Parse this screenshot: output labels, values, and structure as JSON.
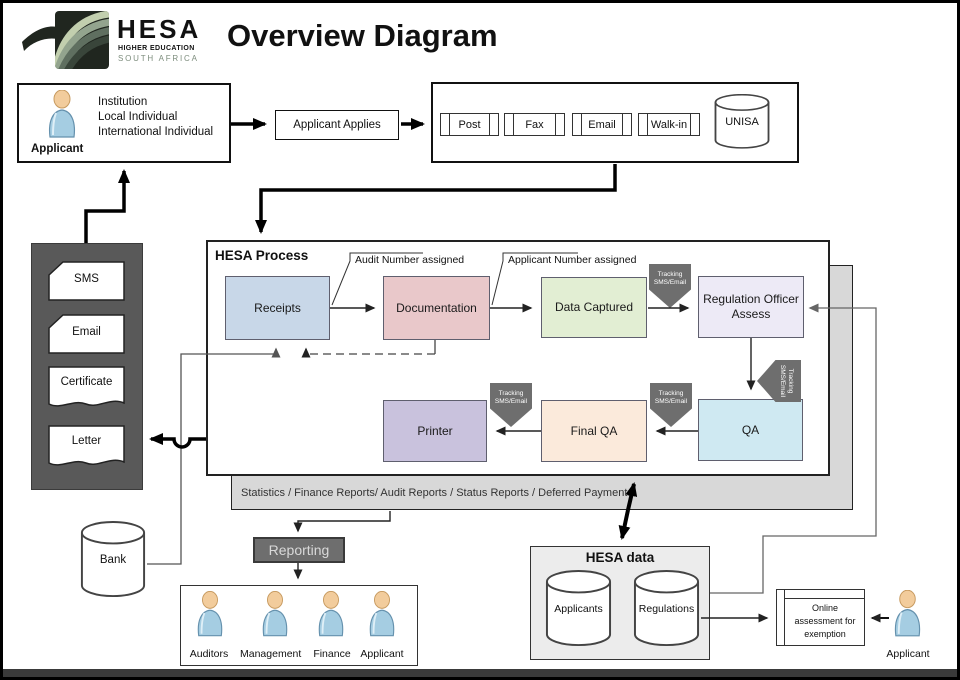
{
  "header": {
    "logo_name": "HESA",
    "logo_sub1": "HIGHER EDUCATION",
    "logo_sub2": "SOUTH AFRICA",
    "title": "Overview Diagram"
  },
  "applicant_source": {
    "line1": "Institution",
    "line2": "Local Individual",
    "line3": "International Individual",
    "label": "Applicant"
  },
  "applies": {
    "label": "Applicant Applies"
  },
  "channels": {
    "post": "Post",
    "fax": "Fax",
    "email": "Email",
    "walkin": "Walk-in",
    "unisa": "UNISA"
  },
  "outputs": {
    "sms": "SMS",
    "email": "Email",
    "certificate": "Certificate",
    "letter": "Letter"
  },
  "process": {
    "title": "HESA Process",
    "receipts": "Receipts",
    "documentation": "Documentation",
    "data_captured": "Data Captured",
    "reg_officer_line1": "Regulation Officer",
    "reg_officer_line2": "Assess",
    "qa": "QA",
    "final_qa": "Final QA",
    "printer": "Printer",
    "callout_audit": "Audit Number assigned",
    "callout_applicant": "Applicant Number assigned",
    "tracking": {
      "line1": "Tracking",
      "line2": "SMS/Email"
    }
  },
  "stats_band": "Statistics / Finance Reports/ Audit Reports / Status Reports / Deferred Payments",
  "reporting": {
    "label": "Reporting"
  },
  "stakeholders": {
    "s1": "Auditors",
    "s2": "Management",
    "s3": "Finance",
    "s4": "Applicant"
  },
  "bank": {
    "label": "Bank"
  },
  "hesa_data": {
    "title": "HESA data",
    "cyl1": "Applicants",
    "cyl2": "Regulations"
  },
  "online_assessment": {
    "label": "Online assessment for exemption"
  },
  "external_applicant": {
    "label": "Applicant"
  },
  "colors": {
    "receipts": "#c8d7e8",
    "documentation": "#e9c8ca",
    "data_captured": "#e2eed3",
    "reg_officer": "#edeaf6",
    "qa": "#cfe9f2",
    "final_qa": "#fbeadb",
    "printer": "#c9c2dd",
    "tracking_badge": "#6e6e6e",
    "sidebar": "#595959",
    "shadow": "#d8d8d8",
    "reporting": "#6e6e6e",
    "hesa_data_bg": "#ececec",
    "logo_green": "#b9c7a4"
  }
}
